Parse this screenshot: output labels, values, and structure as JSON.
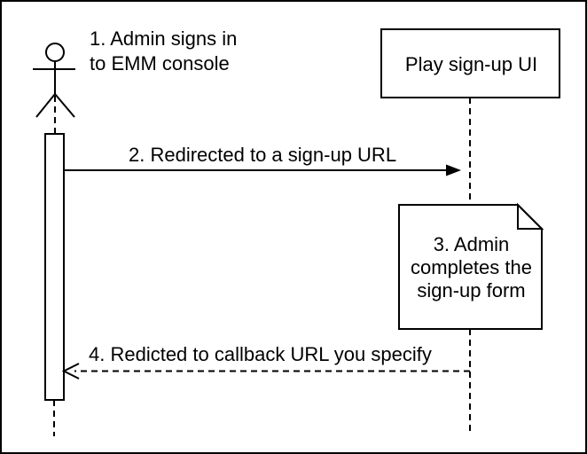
{
  "diagram_type": "sequence-diagram",
  "participants": {
    "actor": "",
    "play_signup_ui": "Play sign-up UI"
  },
  "labels": {
    "step1": {
      "line1": "1. Admin signs in",
      "line2": "to EMM console"
    },
    "step2": "2. Redirected to a sign-up URL",
    "step3": {
      "line1": "3. Admin",
      "line2": "completes the",
      "line3": "sign-up form"
    },
    "step4": "4. Redicted to callback URL you specify"
  },
  "colors": {
    "stroke": "#000000",
    "fill": "#ffffff",
    "note_fold": "#f2f2f2"
  }
}
